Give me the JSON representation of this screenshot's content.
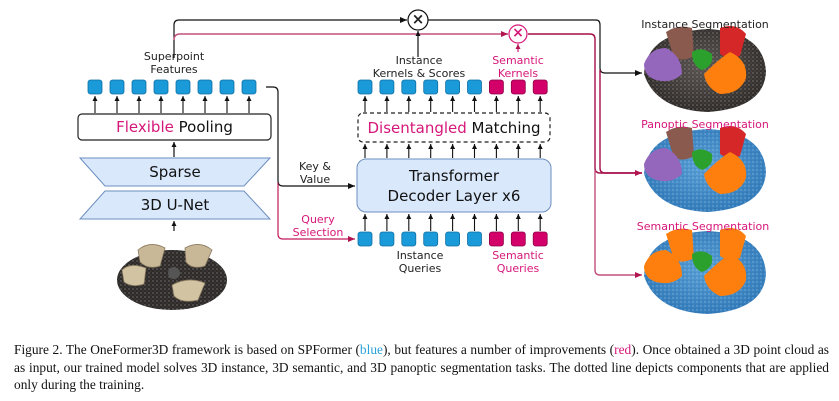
{
  "figure": {
    "labels": {
      "superpoint_features": [
        "Superpoint",
        "Features"
      ],
      "flexible_pooling": {
        "highlight": "Flexible",
        "rest": " Pooling"
      },
      "sparse": "Sparse",
      "unet": "3D U-Net",
      "key_value": [
        "Key &",
        "Value"
      ],
      "query_selection": [
        "Query",
        "Selection"
      ],
      "transformer": [
        "Transformer",
        "Decoder Layer x6"
      ],
      "disentangled": {
        "highlight": "Disentangled",
        "rest": " Matching"
      },
      "instance_kernels": [
        "Instance",
        "Kernels & Scores"
      ],
      "semantic_kernels": [
        "Semantic",
        "Kernels"
      ],
      "instance_queries": [
        "Instance",
        "Queries"
      ],
      "semantic_queries": [
        "Semantic",
        "Queries"
      ],
      "multiply_symbol": "×"
    },
    "outputs": [
      {
        "title": "Instance Segmentation",
        "color": "#222222",
        "background": "#3a3532",
        "segments": [
          "#8b5a4f",
          "#d62728",
          "#2ca02c",
          "#9467bd",
          "#ff7f0e"
        ]
      },
      {
        "title": "Panoptic Segmentation",
        "color": "#d6177a",
        "background": "#3c86c2",
        "segments": [
          "#8b5a4f",
          "#d62728",
          "#2ca02c",
          "#9467bd",
          "#ff7f0e"
        ]
      },
      {
        "title": "Semantic Segmentation",
        "color": "#d6177a",
        "background": "#3c86c2",
        "segments": [
          "#ff7f0e",
          "#ff7f0e",
          "#2ca02c",
          "#ff7f0e",
          "#ff7f0e"
        ]
      }
    ],
    "colors": {
      "blue_token": "#1a9ad9",
      "pink_token": "#d4006a",
      "light_blue_box": "#dae8fc",
      "accent_pink": "#d6177a",
      "dark_red_line": "#a50f4a"
    },
    "superpoint_token_count": 8,
    "instance_token_count": 6,
    "semantic_token_count": 3
  },
  "caption": {
    "prefix": "Figure 2. The OneFormer3D framework is based on SPFormer (",
    "blue": "blue",
    "middle": "), but features a number of improvements (",
    "red": "red",
    "suffix": "). Once obtained a 3D point cloud as as input, our trained model solves 3D instance, 3D semantic, and 3D panoptic segmentation tasks. The dotted line depicts components that are applied only during the training."
  }
}
